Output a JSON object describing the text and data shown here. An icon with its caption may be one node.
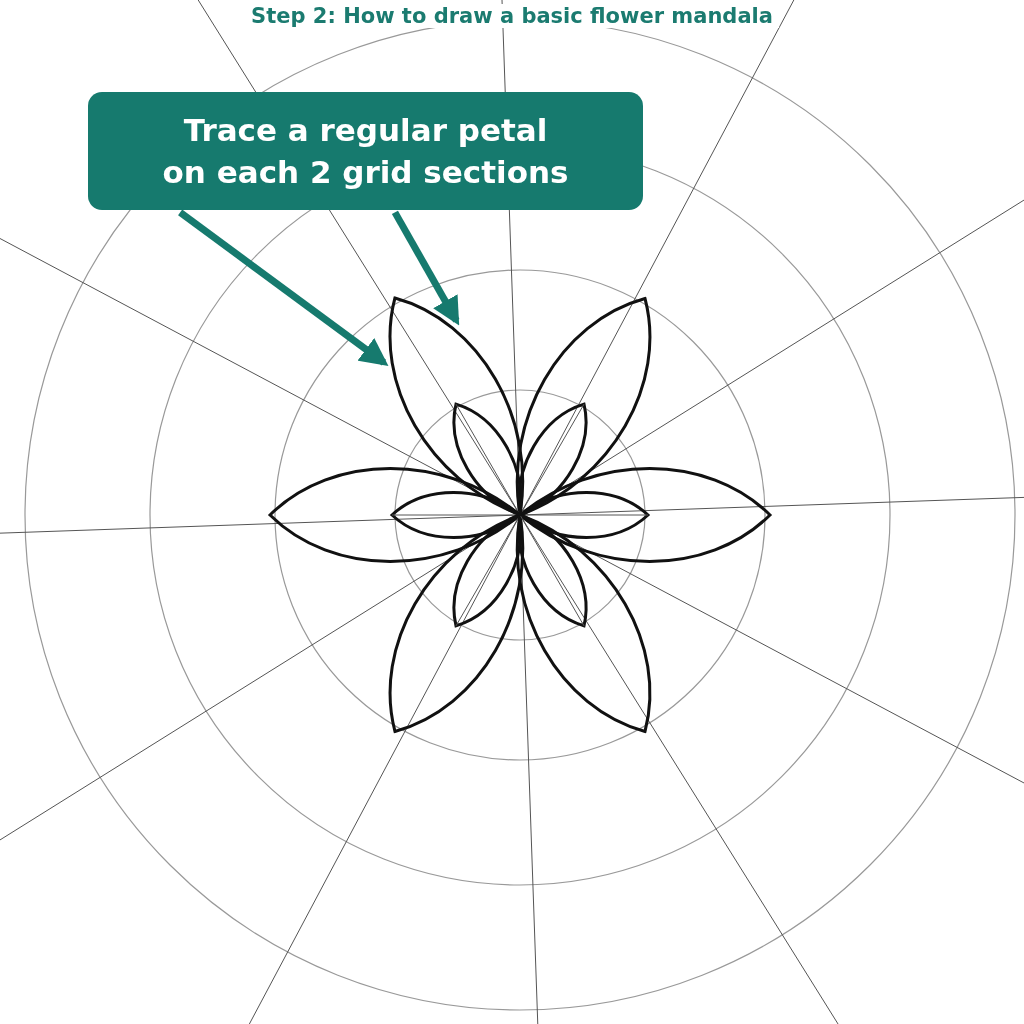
{
  "diagram": {
    "title": "Step 2: How to draw a basic flower mandala",
    "nodes": [
      {
        "text": [
          "Trace a regular petal on each 2 grid sections"
        ]
      },
      {
        "text": [],
        "shape": "petal"
      }
    ],
    "edges": [
      {
        "from": 0,
        "to": 1,
        "arrow": "to"
      },
      {
        "from": 0,
        "to": 1,
        "arrow": "to"
      }
    ]
  }
}
